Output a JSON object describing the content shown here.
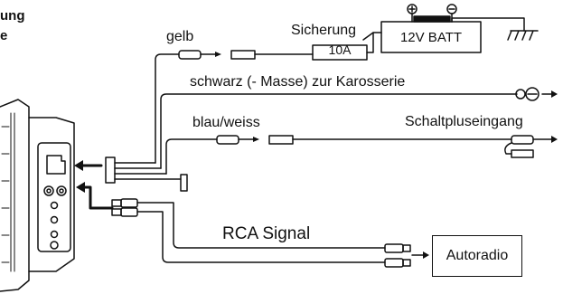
{
  "heading_fragment": {
    "line1": "ung",
    "line2": "e"
  },
  "wires": {
    "yellow": "gelb",
    "black": "schwarz (- Masse) zur Karosserie",
    "blue_white": "blau/weiss",
    "remote": "Schaltpluseingang"
  },
  "fuse": {
    "label": "Sicherung",
    "value": "10A"
  },
  "battery": {
    "label": "12V BATT",
    "plus_symbol": "+",
    "minus_symbol": "−"
  },
  "signal": {
    "label": "RCA Signal"
  },
  "radio": {
    "label": "Autoradio"
  },
  "colors": {
    "line": "#111111",
    "background": "#ffffff"
  }
}
